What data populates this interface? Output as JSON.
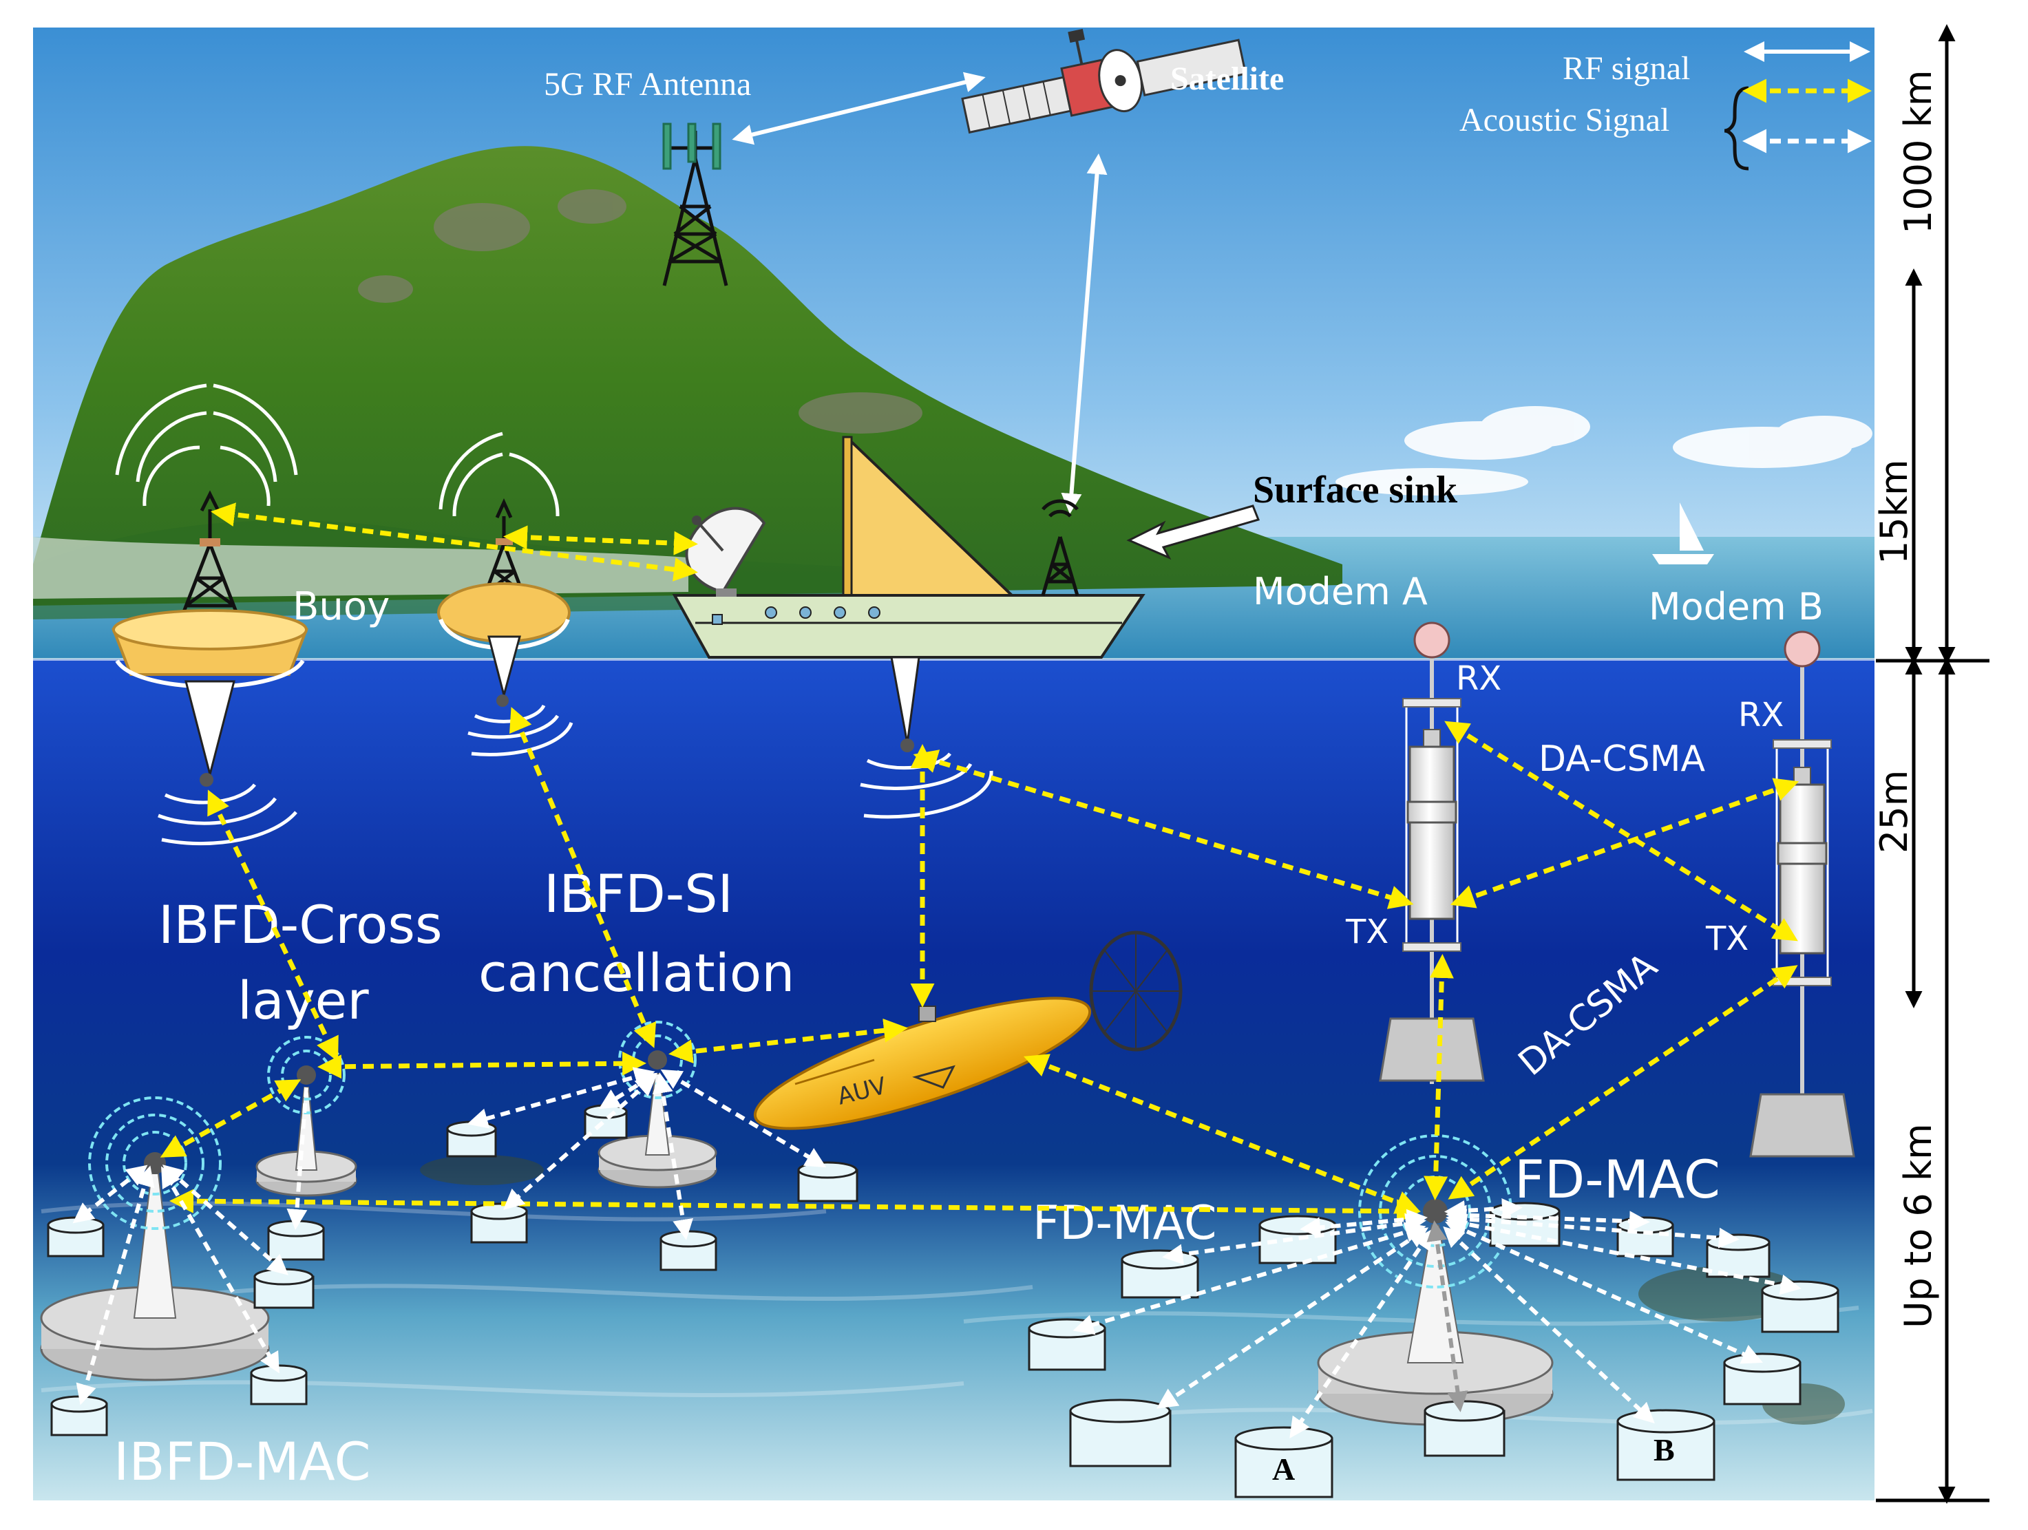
{
  "labels": {
    "antenna": "5G RF Antenna",
    "satellite": "Satellite",
    "surface_sink": "Surface sink",
    "buoy": "Buoy",
    "modem_a": "Modem A",
    "modem_b": "Modem B",
    "rx": "RX",
    "tx": "TX",
    "da_csma": "DA-CSMA",
    "ibfd_cross_1": "IBFD-Cross",
    "ibfd_cross_2": "layer",
    "ibfd_si_1": "IBFD-SI",
    "ibfd_si_2": "cancellation",
    "auv": "AUV",
    "fd_mac": "FD-MAC",
    "ibfd_mac": "IBFD-MAC",
    "node_a": "A",
    "node_b": "B"
  },
  "legend": {
    "rf": "RF signal",
    "acoustic": "Acoustic Signal"
  },
  "scale": {
    "top": "1000 km",
    "mid": "15km",
    "low": "25m",
    "bottom": "Up to 6 km"
  },
  "colors": {
    "acoustic_yellow": "#ffee00",
    "rf_white": "#ffffff",
    "buoy_gold": "#f6c65a",
    "ship_hull": "#d9e8c4",
    "sail": "#f7cf6a",
    "node_fill": "#e6f6fa",
    "sky_top": "#3b8fd4",
    "sea_deep": "#062a8a"
  },
  "icons": [
    "antenna-tower-icon",
    "satellite-icon",
    "dish-antenna-icon",
    "ship-icon",
    "buoy-icon",
    "modem-icon",
    "auv-icon",
    "sailboat-icon"
  ]
}
